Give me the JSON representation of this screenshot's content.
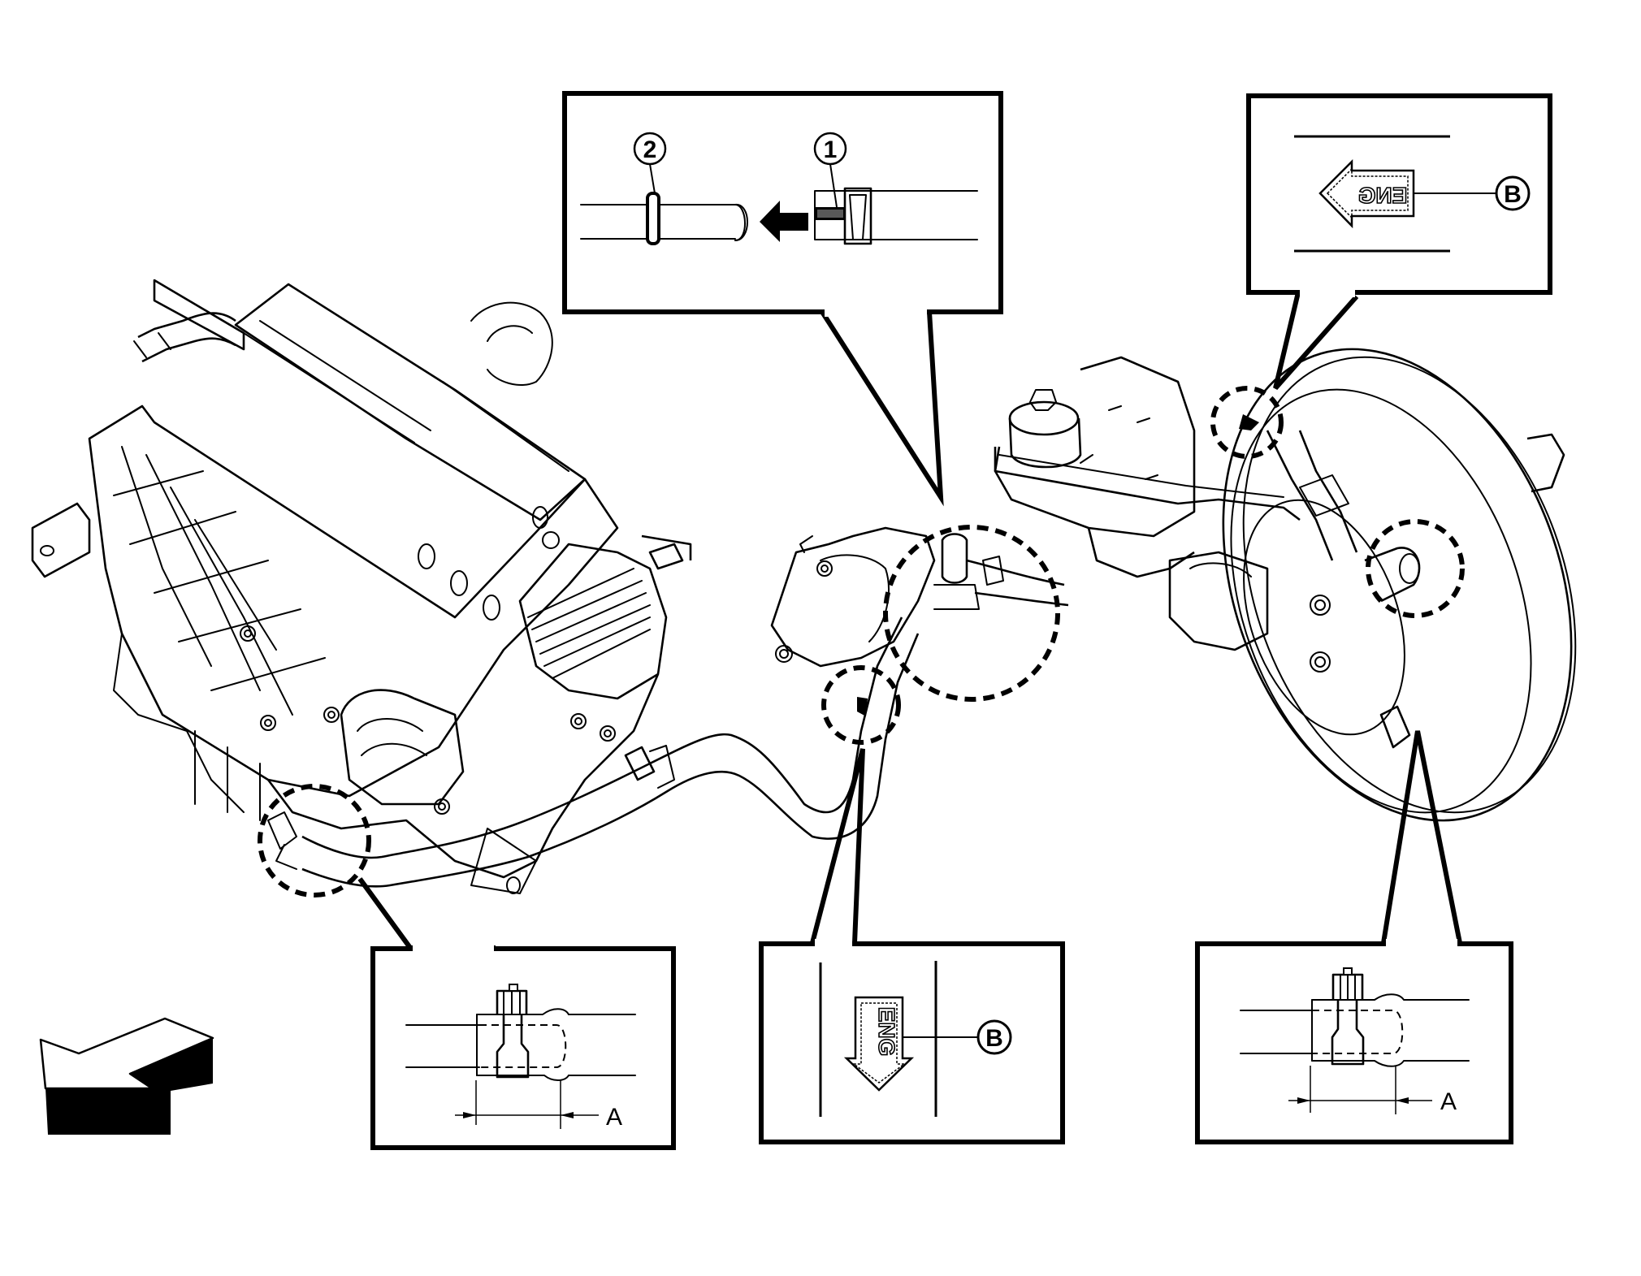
{
  "figure": {
    "type": "service-manual-diagram",
    "subject": "Brake booster vacuum hose routing between engine and brake booster"
  },
  "insets": {
    "hose_connection": {
      "callouts": [
        {
          "id": "1",
          "label": "1"
        },
        {
          "id": "2",
          "label": "2"
        }
      ],
      "arrow_direction": "left"
    },
    "booster_side_mark": {
      "mark_text": "ENG",
      "mark_orientation": "mirrored, pointing left",
      "callout_label": "B"
    },
    "midline_mark": {
      "mark_text": "ENG",
      "mark_orientation": "vertical, pointing down",
      "callout_label": "B"
    },
    "engine_clamp": {
      "dimension_label": "A"
    },
    "booster_clamp": {
      "dimension_label": "A"
    }
  },
  "front_arrow": {
    "icon": "front-direction-arrow"
  },
  "colors": {
    "line": "#000000",
    "background": "#ffffff"
  }
}
